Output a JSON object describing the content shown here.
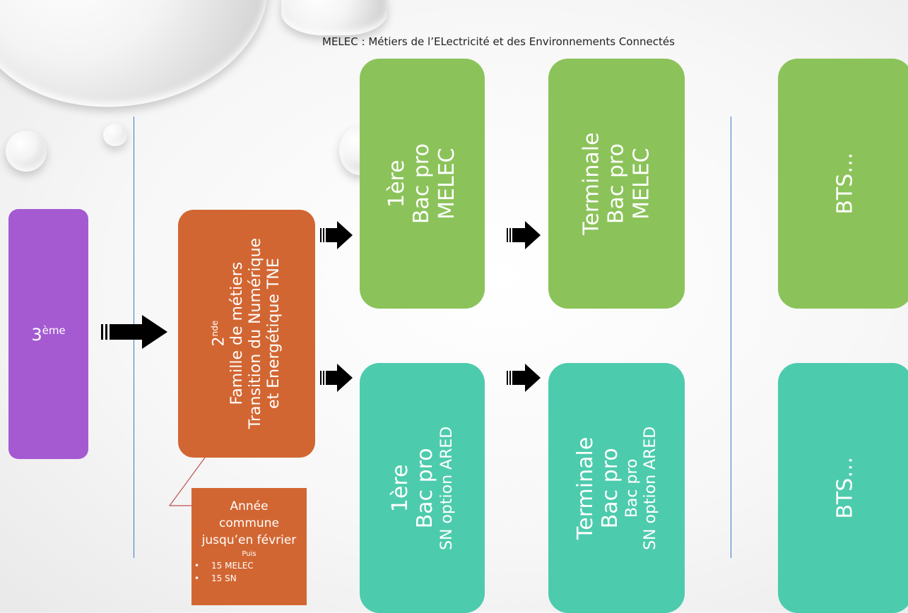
{
  "header": {
    "title": "MELEC : Métiers de l’ELectricité et des Environnements Connectés"
  },
  "boxes": {
    "troisieme": {
      "main": "3",
      "sup": "ème"
    },
    "seconde": {
      "line1_main": "2",
      "line1_sup": "nde",
      "line2": "Famille de métiers",
      "line3": "Transition du Numérique",
      "line4": "et Energétique TNE"
    },
    "premiere_melec": {
      "line1": "1ère",
      "line2": "Bac pro",
      "line3": "MELEC"
    },
    "terminale_melec": {
      "line1": "Terminale",
      "line2": "Bac pro",
      "line3": "MELEC"
    },
    "bts_top": {
      "label": "BTS…"
    },
    "premiere_sn": {
      "line1": "1ère",
      "line2": "Bac pro",
      "line3": "SN option ARED"
    },
    "terminale_sn": {
      "line1": "Terminale",
      "line2": "Bac pro",
      "line3": "Bac pro",
      "line4": "SN option ARED"
    },
    "bts_bottom": {
      "label": "BTS…"
    }
  },
  "note": {
    "line1": "Année",
    "line2": "commune",
    "line3": "jusqu’en février",
    "line4": "Puis",
    "items": [
      "15 MELEC",
      "15 SN"
    ]
  },
  "colors": {
    "green": "#8bc35a",
    "teal": "#4dcbad",
    "orange": "#d26632",
    "purple": "#a55ad2",
    "separator": "#3b78c4"
  }
}
